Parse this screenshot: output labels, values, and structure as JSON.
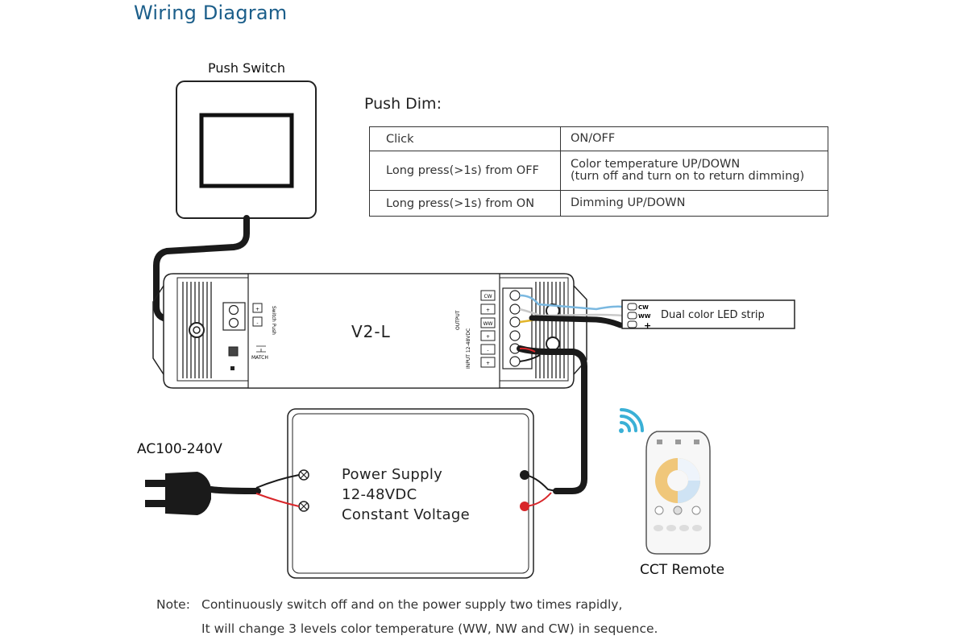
{
  "title": "Wiring Diagram",
  "push_switch": {
    "label": "Push Switch"
  },
  "push_dim": {
    "heading": "Push Dim:",
    "rows": [
      {
        "action": "Click",
        "result": "ON/OFF",
        "result_line2": ""
      },
      {
        "action": "Long press(>1s) from OFF",
        "result": "Color temperature UP/DOWN",
        "result_line2": "(turn off and turn on to return dimming)"
      },
      {
        "action": "Long press(>1s) from ON",
        "result": "Dimming UP/DOWN",
        "result_line2": ""
      }
    ]
  },
  "controller": {
    "model": "V2-L",
    "switch_terminal_labels": [
      "+",
      "-"
    ],
    "switch_text": "Switch Push",
    "match_label": "MATCH",
    "output_label": "OUTPUT",
    "input_label": "INPUT 12-48VDC",
    "output_terminals": [
      "CW",
      "+",
      "WW",
      "+"
    ],
    "input_terminals": [
      "-",
      "+"
    ]
  },
  "led_strip": {
    "label": "Dual color LED strip",
    "pins": [
      "CW",
      "WW",
      "+"
    ]
  },
  "ac_input": {
    "label": "AC100-240V"
  },
  "power_supply": {
    "line1": "Power Supply",
    "line2": "12-48VDC",
    "line3": "Constant Voltage"
  },
  "remote": {
    "label": "CCT Remote"
  },
  "note": {
    "head": "Note:",
    "line1": "Continuously switch off and on the power supply two times rapidly,",
    "line2": "It will change 3 levels color temperature (WW, NW and CW) in sequence."
  },
  "colors": {
    "title": "#1b5e8a",
    "wire_black": "#1a1a1a",
    "wire_red": "#d8262a",
    "wire_white": "#c9c9c9",
    "wire_yellow": "#e2b52b",
    "wire_blue": "#7ab8e0",
    "wifi": "#3ab0d6"
  }
}
